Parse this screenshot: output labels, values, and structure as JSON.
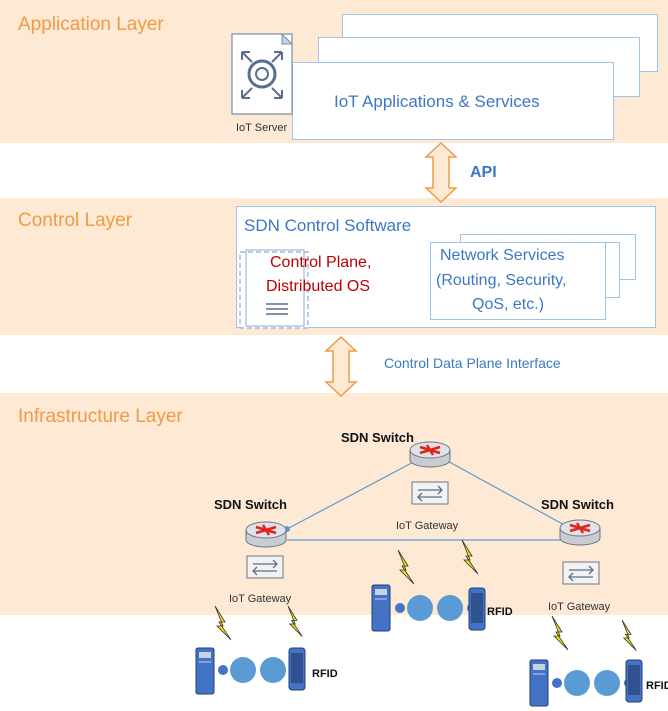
{
  "layers": {
    "application": {
      "title": "Application Layer"
    },
    "control": {
      "title": "Control Layer"
    },
    "infrastructure": {
      "title": "Infrastructure Layer"
    }
  },
  "application": {
    "server_label": "IoT Server",
    "apps_label": "IoT Applications & Services"
  },
  "interfaces": {
    "api_label": "API",
    "cdpi_label": "Control Data Plane Interface"
  },
  "control": {
    "sdn_label": "SDN Control Software",
    "control_plane_line1": "Control Plane,",
    "control_plane_line2": "Distributed OS",
    "services_line1": "Network Services",
    "services_line2": "(Routing, Security,",
    "services_line3": "QoS, etc.)"
  },
  "infrastructure": {
    "switch_label": "SDN Switch",
    "gateway_label": "IoT Gateway",
    "rfid_label": "RFID"
  },
  "colors": {
    "layer_band": "#fde9d4",
    "layer_title": "#f19a45",
    "accent_blue": "#3b78c2",
    "control_plane_red": "#c00000",
    "lightning": "#f5e30a",
    "device_blue": "#4472c4"
  },
  "icons": [
    "gear-arrows-icon",
    "document-icon",
    "router-icon",
    "switch-icon",
    "server-tower-icon",
    "phone-icon",
    "lightning-icon",
    "double-arrow-icon"
  ]
}
